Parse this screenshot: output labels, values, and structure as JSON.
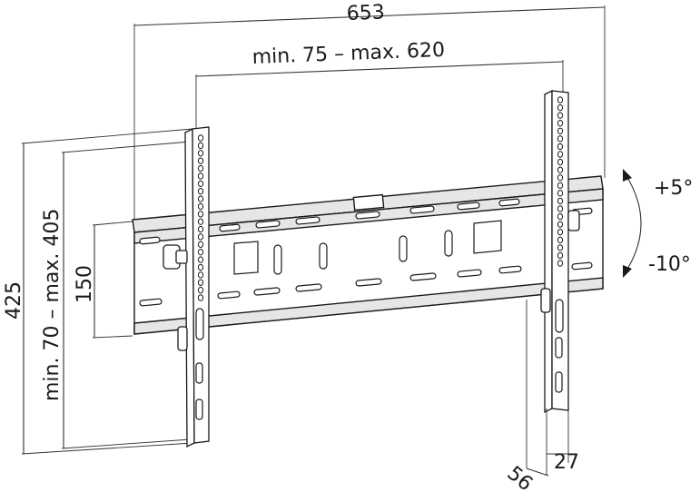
{
  "dimensions": {
    "overall_width": "653",
    "vesa_width": "min. 75 – max. 620",
    "overall_height": "425",
    "vesa_height": "min. 70 – max. 405",
    "plate_height": "150",
    "wall_distance_min": "27",
    "wall_distance_max": "56"
  },
  "tilt": {
    "up": "+5°",
    "down": "-10°"
  }
}
